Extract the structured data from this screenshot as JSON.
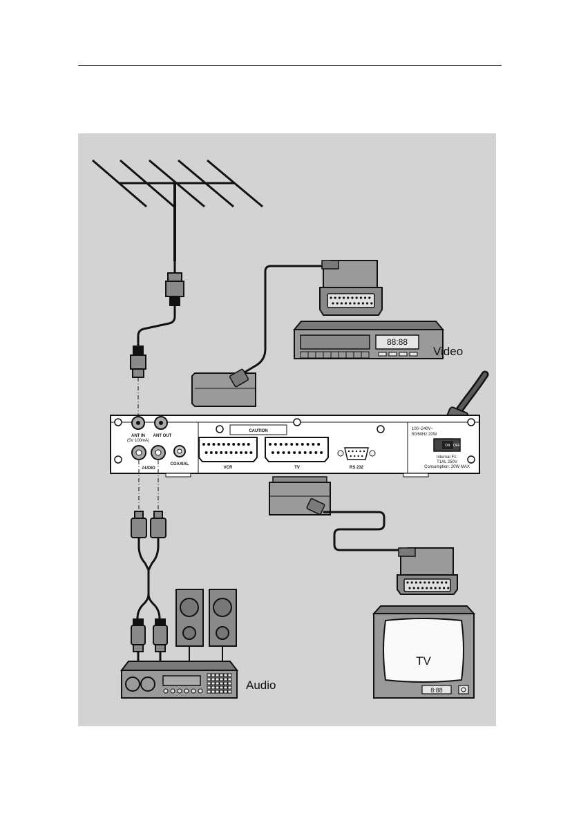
{
  "labels": {
    "video": "Video",
    "audio": "Audio",
    "tv": "TV"
  },
  "receiver": {
    "ant_in": "ANT IN",
    "ant_in_sub": "(5V 100mA)",
    "ant_out": "ANT OUT",
    "audio": "AUDIO",
    "coaxial": "COAXIAL",
    "vcr": "VCR",
    "tv": "TV",
    "rs232": "RS 232",
    "caution": "CAUTION",
    "power_line1": "100~240V~",
    "power_line2": "50/60Hz 20W",
    "switch_on": "ON",
    "switch_off": "OFF",
    "fuse_line1": "Internal F1:",
    "fuse_line2": "T1AL 250V",
    "consumption": "Consumption: 20W MAX"
  },
  "vcr_display": "88:88",
  "tv_display": "8:88",
  "colors": {
    "panel": "#d3d3d3",
    "device_face": "#9a9a9a",
    "device_dark": "#6e6e6e",
    "line": "#111111"
  }
}
